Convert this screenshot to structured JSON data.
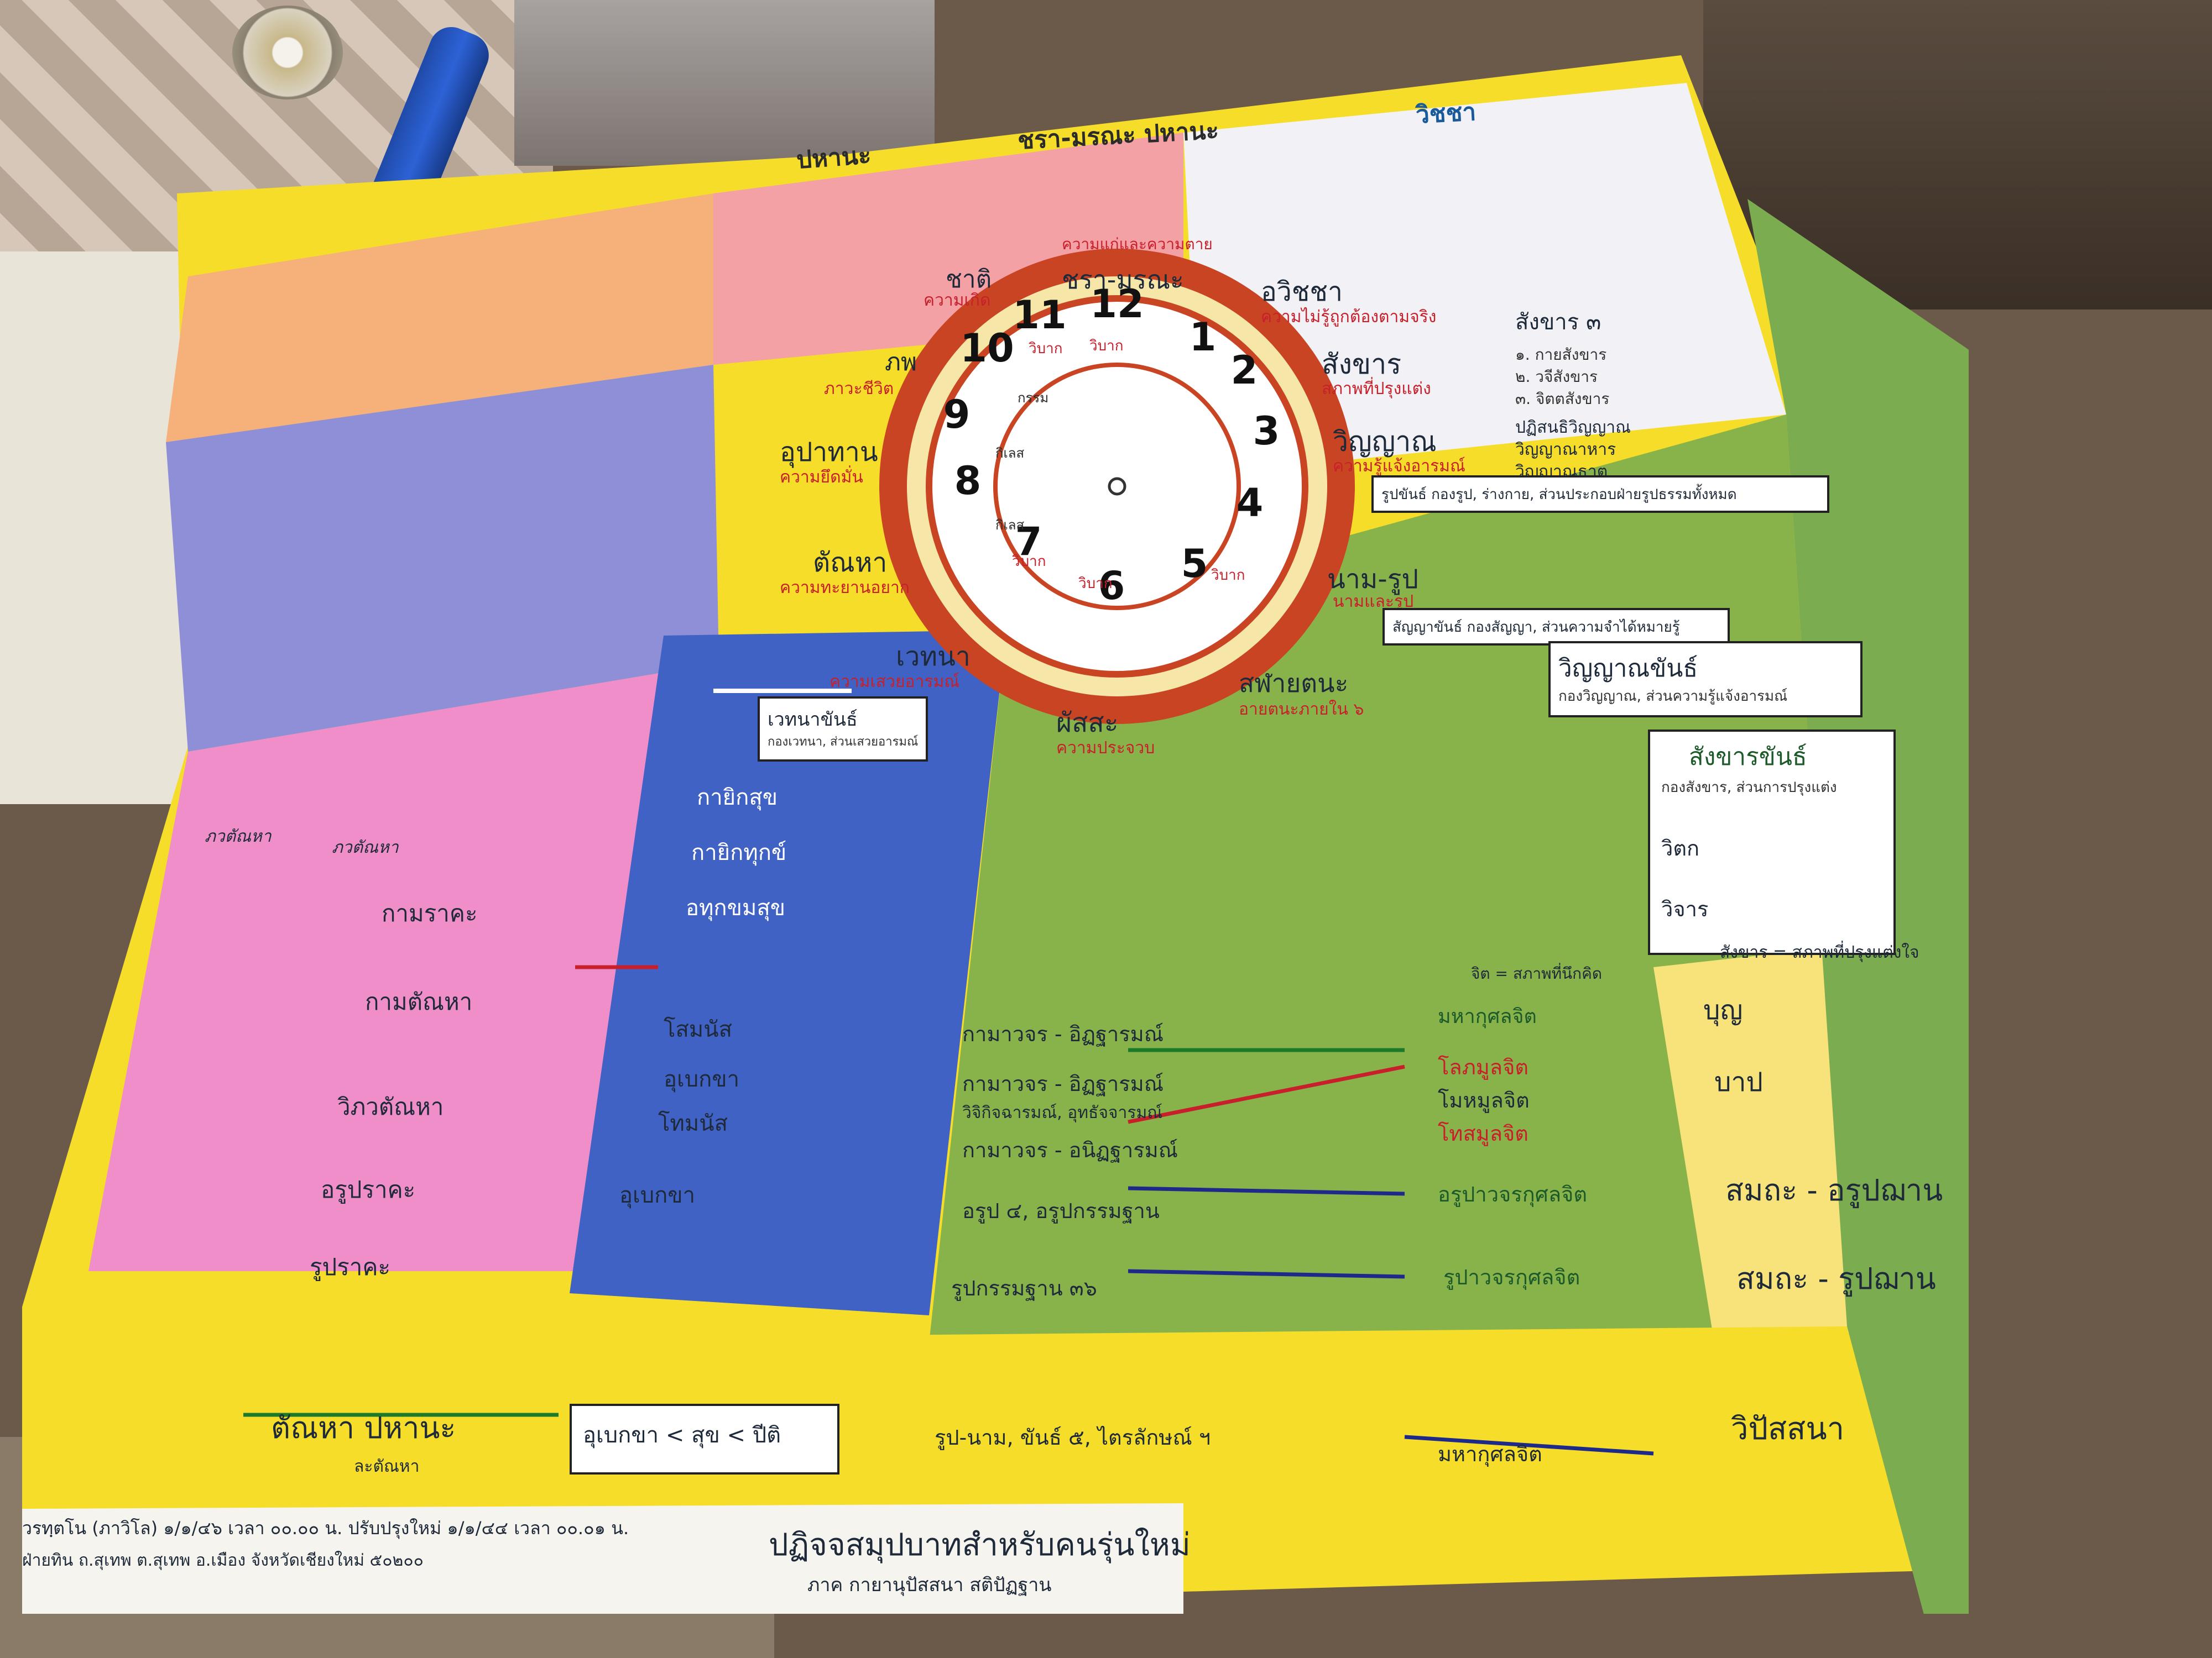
{
  "poster": {
    "top_center_header": "ชรา-มรณะ ปหานะ",
    "top_left_header": "ปหานะ",
    "top_right_header": "วิชชา",
    "wheel_numbers": [
      "1",
      "2",
      "3",
      "4",
      "5",
      "6",
      "7",
      "8",
      "9",
      "10",
      "11",
      "12"
    ],
    "wheel_inner_labels": [
      "วิบาก",
      "วิบาก",
      "วิบาก",
      "วิบาก",
      "กรรม",
      "กิเลส",
      "กิเลส",
      "วิบาก"
    ],
    "nodes": {
      "avijja": {
        "title": "อวิชชา",
        "sub": "ความไม่รู้ถูกต้องตามจริง"
      },
      "sankhara": {
        "title": "สังขาร",
        "sub": "สภาพที่ปรุงแต่ง"
      },
      "vinyana": {
        "title": "วิญญาณ",
        "sub": "ความรู้แจ้งอารมณ์"
      },
      "namarupa": {
        "title": "นาม-รูป",
        "sub": "นามและรูป"
      },
      "salayatana": {
        "title": "สฬายตนะ",
        "sub": "อายตนะภายใน ๖"
      },
      "phassa": {
        "title": "ผัสสะ",
        "sub": "ความประจวบ"
      },
      "vedana": {
        "title": "เวทนา",
        "sub": "ความเสวยอารมณ์"
      },
      "tanha": {
        "title": "ตัณหา",
        "sub": "ความทะยานอยาก"
      },
      "upadana": {
        "title": "อุปาทาน",
        "sub": "ความยึดมั่น"
      },
      "bhava": {
        "title": "ภพ",
        "sub": "ภาวะชีวิต"
      },
      "jati": {
        "title": "ชาติ",
        "sub": "ความเกิด"
      },
      "jaramarana": {
        "title": "ชรา-มรณะ",
        "sub": "ความแก่และความตาย"
      }
    },
    "right_list": {
      "sankhara3": "สังขาร ๓",
      "kaya": "๑. กายสังขาร",
      "vaci": "๒. วจีสังขาร",
      "citta": "๓. จิตตสังขาร",
      "patisandhi": "ปฏิสนธิวิญญาณ",
      "vinyanahara": "วิญญาณาหาร",
      "vinyanadhatu": "วิญญาณธาตุ"
    },
    "khandha": {
      "rupa": "รูปขันธ์ กองรูป, ร่างกาย, ส่วนประกอบฝ่ายรูปธรรมทั้งหมด",
      "sanya": "สัญญาขันธ์ กองสัญญา, ส่วนความจำได้หมายรู้",
      "vinyana_k": "วิญญาณขันธ์",
      "vinyana_k_sub": "กองวิญญาณ, ส่วนความรู้แจ้งอารมณ์",
      "vedana_k": "เวทนาขันธ์",
      "vedana_k_sub": "กองเวทนา, ส่วนเสวยอารมณ์",
      "sankhara_k": "สังขารขันธ์",
      "sankhara_k_sub": "กองสังขาร, ส่วนการปรุงแต่ง",
      "vitakka": "วิตก",
      "vicara": "วิจาร"
    },
    "vedana_types": [
      "กายิกสุข",
      "กายิกทุกข์",
      "อทุกขมสุข",
      "โสมนัส",
      "อุเบกขา",
      "โทมนัส",
      "อุเบกขา"
    ],
    "tanha_types": [
      "ภวตัณหา",
      "ภวตัณหา",
      "กามราคะ",
      "กามตัณหา",
      "วิภวตัณหา",
      "อรูปราคะ",
      "รูปราคะ"
    ],
    "arammana": {
      "kama_ittha1": "กามาวจร - อิฏฐารมณ์",
      "kama_ittha2": "กามาวจร - อิฏฐารมณ์",
      "vipita": "วิจิกิจฉารมณ์, อุทธัจจารมณ์",
      "kama_anittha": "กามาวจร - อนิฏฐารมณ์",
      "arupa": "อรูป ๔, อรูปกรรมฐาน",
      "rupa36": "รูปกรรมฐาน ๓๖"
    },
    "citta": {
      "mahakusala": "มหากุศลจิต",
      "lobha": "โลภมูลจิต",
      "moha": "โมหมูลจิต",
      "dosa": "โทสมูลจิต",
      "arupa_k": "อรูปาวจรกุศลจิต",
      "rupa_k": "รูปาวจรกุศลจิต",
      "header": "จิต = สภาพที่นึกคิด"
    },
    "right_panel": {
      "sankhara_eq": "สังขาร = สภาพที่ปรุงแต่งใจ",
      "bun": "บุญ",
      "bap": "บาป",
      "samatha1": "สมถะ - อรูปฌาน",
      "samatha2": "สมถะ - รูปฌาน"
    },
    "bottom": {
      "tanha_pahana": "ตัณหา ปหานะ",
      "la_tanha": "ละตัณหา",
      "upekkha_eq": "อุเบกขา < สุข < ปีติ",
      "rupanama": "รูป-นาม, ขันธ์ ๕, ไตรลักษณ์ ฯ",
      "mahakusala_b": "มหากุศลจิต",
      "vipassana": "วิปัสสนา",
      "title": "ปฏิจจสมุปบาทสำหรับคนรุ่นใหม่",
      "subtitle": "ภาค กายานุปัสสนา สติปัฏฐาน",
      "date_line1": "วรทฺตโน (ภาวิโล) ๑/๑/๔๖ เวลา ๐๐.๐๐ น. ปรับปรุงใหม่ ๑/๑/๔๔ เวลา ๐๐.๐๑ น.",
      "address": "ฝ่ายทิน ถ.สุเทพ ต.สุเทพ อ.เมือง จังหวัดเชียงใหม่ ๕๐๒๐๐"
    }
  }
}
